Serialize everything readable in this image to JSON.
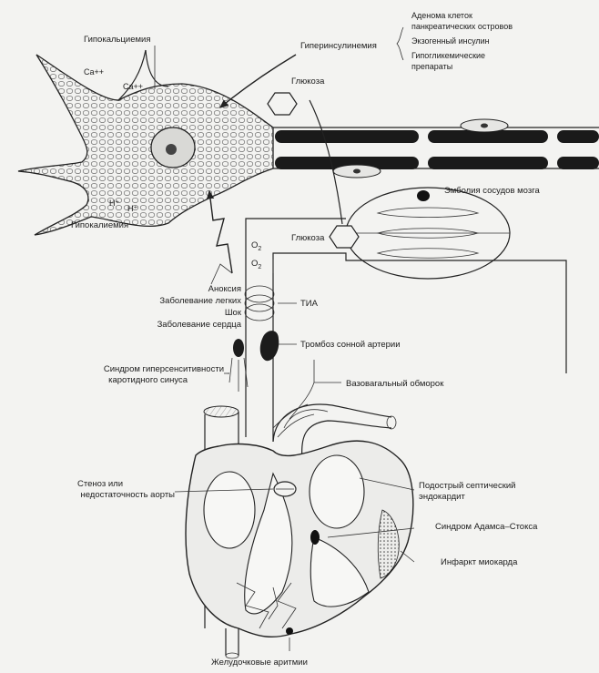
{
  "labels": {
    "hypocalcemia": "Гипокальциемия",
    "ca1": "Ca++",
    "ca2": "Ca++",
    "hyperinsulinemia": "Гиперинсулинемия",
    "hyperins_causes": [
      "Аденома клеток",
      "панкреатических островов",
      "Экзогенный инсулин",
      "Гипогликемические",
      "препараты"
    ],
    "glucose_top": "Глюкоза",
    "glucose_mid": "Глюкоза",
    "embolism": "Эмболия сосудов мозга",
    "h1": "H⁺",
    "h2": "H⁺",
    "hypokalemia": "Гипокалиемия",
    "o2_a": "O",
    "o2_b": "O",
    "o2_sub": "2",
    "anoxia_list": [
      "Аноксия",
      "Заболевание легких",
      "Шок",
      "Заболевание сердца"
    ],
    "tia": "ТИА",
    "thrombosis": "Тромбоз сонной артерии",
    "carotid_syndrome": [
      "Синдром гиперсенситивности",
      "каротидного синуса"
    ],
    "vasovagal": "Вазовагальный обморок",
    "aortic": [
      "Стеноз или",
      "недостаточность аорты"
    ],
    "endocarditis": [
      "Подострый септический",
      "эндокардит"
    ],
    "adams_stokes": "Синдром Адамса–Стокса",
    "infarction": "Инфаркт миокарда",
    "arrhythmia": "Желудочковые аритмии"
  }
}
